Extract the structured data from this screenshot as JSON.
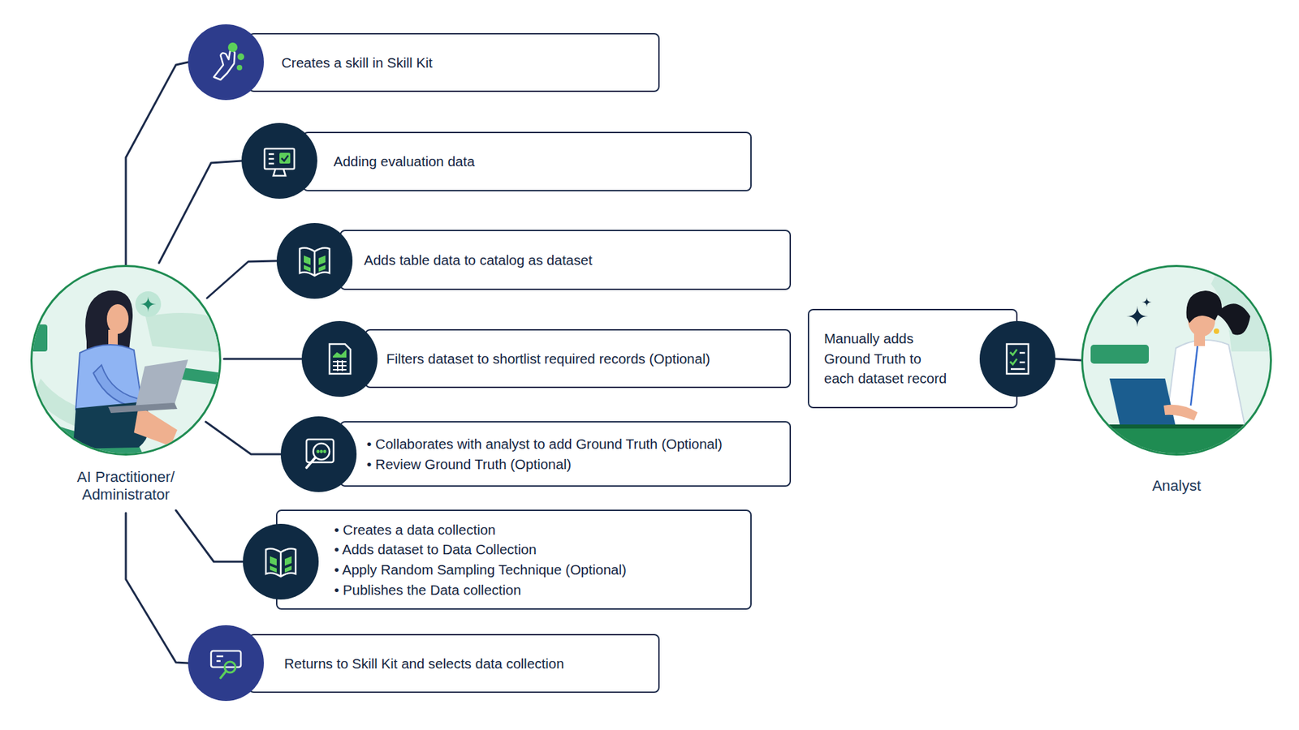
{
  "diagram": {
    "nodes": [
      {
        "text": [
          "AI Practitioner/ Administrator"
        ]
      },
      {
        "text": [
          "Creates a skill in Skill Kit"
        ]
      },
      {
        "text": [
          "Adding evaluation data"
        ]
      },
      {
        "text": [
          "Adds table data to catalog as dataset"
        ]
      },
      {
        "text": [
          "Filters dataset to shortlist required records (Optional)"
        ]
      },
      {
        "text": [
          "• Collaborates with analyst to add Ground Truth (Optional)",
          "• Review Ground Truth (Optional)"
        ]
      },
      {
        "text": [
          "• Creates a data collection",
          "• Adds dataset to Data Collection",
          "• Apply Random Sampling Technique (Optional)",
          "• Publishes the Data collection"
        ]
      },
      {
        "text": [
          "Returns to Skill Kit and selects data collection"
        ]
      },
      {
        "text": [
          "Manually adds Ground Truth to each dataset record"
        ]
      },
      {
        "text": [
          "Analyst"
        ]
      }
    ],
    "edges": [
      {
        "from": 0,
        "to": 1,
        "arrow": "none"
      },
      {
        "from": 0,
        "to": 2,
        "arrow": "none"
      },
      {
        "from": 0,
        "to": 3,
        "arrow": "none"
      },
      {
        "from": 0,
        "to": 4,
        "arrow": "none"
      },
      {
        "from": 0,
        "to": 5,
        "arrow": "none"
      },
      {
        "from": 0,
        "to": 6,
        "arrow": "none"
      },
      {
        "from": 0,
        "to": 7,
        "arrow": "none"
      },
      {
        "from": 8,
        "to": 9,
        "arrow": "none"
      }
    ]
  }
}
